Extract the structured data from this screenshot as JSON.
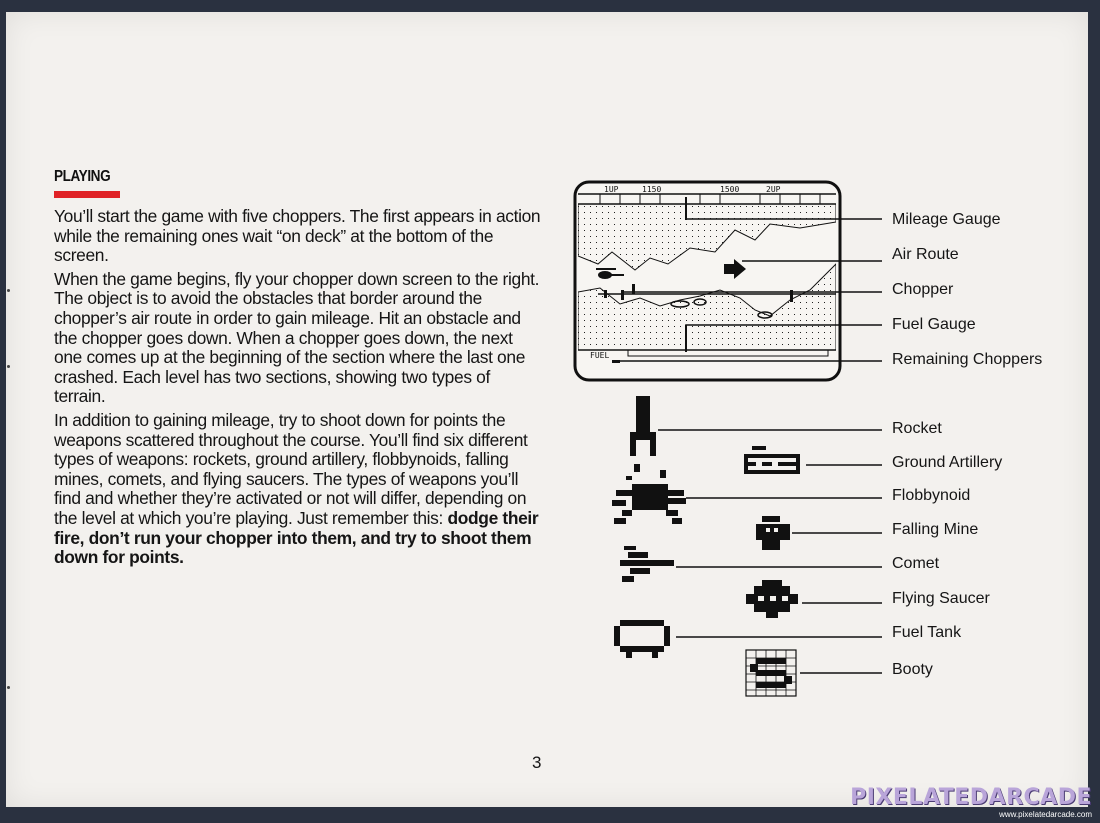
{
  "playing": {
    "heading": "PLAYING",
    "p1": "You’ll start the game with five choppers. The first appears in action while the remaining ones wait “on deck” at the bottom of the screen.",
    "p2": "When the game begins, fly your chopper down screen to the right. The object is to avoid the obstacles that border around the chopper’s air route in order to gain mileage. Hit an obstacle and the chopper goes down. When a chopper goes down, the next one comes up at the beginning of the section where the last one crashed. Each level has two sections, showing two types of terrain.",
    "p3": "In addition to gaining mileage, try to shoot down for points the weapons scattered throughout the course. You’ll find six different types of weapons: rockets, ground artillery, flobbynoids, falling mines, comets, and flying saucers. The types of weapons you’ll find and whether they’re activated or not will differ, depending on the level at which you’re playing. Just remember this: ",
    "p3_bold": "dodge their fire, don’t run your chopper into them, and try to shoot them down for points."
  },
  "screen": {
    "p1_label": "1UP",
    "p1_score": "1150",
    "high_score": "1500",
    "p2_label": "2UP",
    "fuel_label": "FUEL"
  },
  "screen_callouts": [
    "Mileage Gauge",
    "Air Route",
    "Chopper",
    "Fuel Gauge",
    "Remaining Choppers"
  ],
  "weapons": [
    "Rocket",
    "Ground Artillery",
    "Flobbynoid",
    "Falling Mine",
    "Comet",
    "Flying Saucer",
    "Fuel Tank",
    "Booty"
  ],
  "page_number": "3",
  "watermark": {
    "title": "PIXELATEDARCADE",
    "url": "www.pixelatedarcade.com"
  },
  "colors": {
    "page": "#f3f1ee",
    "ink": "#151515",
    "accent_red": "#e02226",
    "binder": "#2a3140"
  }
}
